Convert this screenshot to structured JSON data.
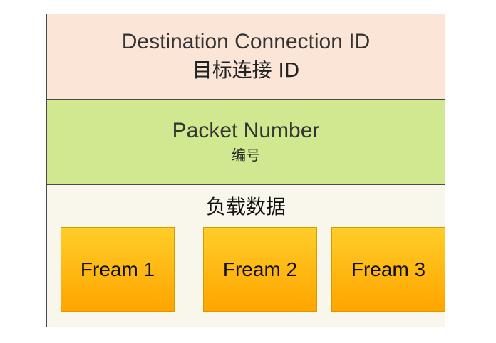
{
  "sections": {
    "destination": {
      "label_en": "Destination Connection ID",
      "label_zh": "目标连接 ID"
    },
    "packet_number": {
      "label_en": "Packet Number",
      "label_zh": "编号"
    },
    "payload": {
      "label_zh": "负载数据",
      "frames": [
        "Fream 1",
        "Fream 2",
        "Fream 3"
      ]
    }
  },
  "colors": {
    "destination_bg": "#fbe5d6",
    "packet_number_bg": "#d0e88f",
    "payload_bg": "#f9f6ec",
    "frame_top": "#ffcd28",
    "frame_bottom": "#ffa500",
    "frame_border": "#d79b00",
    "border": "#4a4a4a"
  }
}
